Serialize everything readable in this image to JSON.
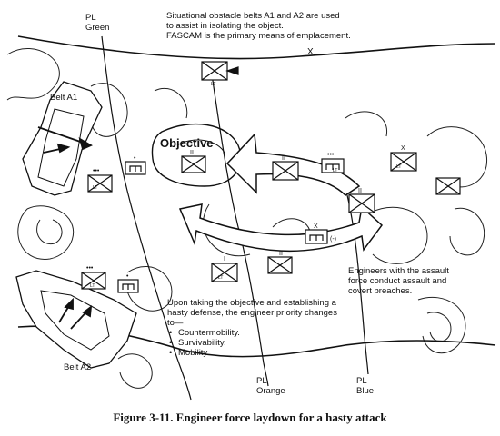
{
  "notes": {
    "top_line1": "Situational obstacle belts A1 and A2 are used",
    "top_line2": "to assist in isolating the object.",
    "top_line3": "FASCAM is the primary means of emplacement.",
    "engineers_line1": "Engineers with the assault",
    "engineers_line2": "force conduct assault and",
    "engineers_line3": "covert breaches.",
    "priority_line1": "Upon taking the objective and establishing a",
    "priority_line2": "hasty defense, the engineer priority changes",
    "priority_line3": "to—",
    "priority_items": [
      "Countermobility.",
      "Survivability.",
      "Mobility."
    ]
  },
  "phase_lines": {
    "green_1": "PL",
    "green_2": "Green",
    "orange_1": "PL",
    "orange_2": "Orange",
    "blue_1": "PL",
    "blue_2": "Blue"
  },
  "objective": "Objective",
  "belts": {
    "a1": "Belt A1",
    "a2": "Belt A2"
  },
  "unit_marks": {
    "top_x": "X",
    "lt": "LT",
    "company": "I",
    "battalion": "II",
    "platoon": "•••",
    "squad": "•",
    "brigade": "X",
    "minus": "(-)"
  },
  "caption": "Figure 3-11. Engineer force laydown for a hasty attack",
  "colors": {
    "ink": "#111111",
    "paper": "#ffffff"
  }
}
